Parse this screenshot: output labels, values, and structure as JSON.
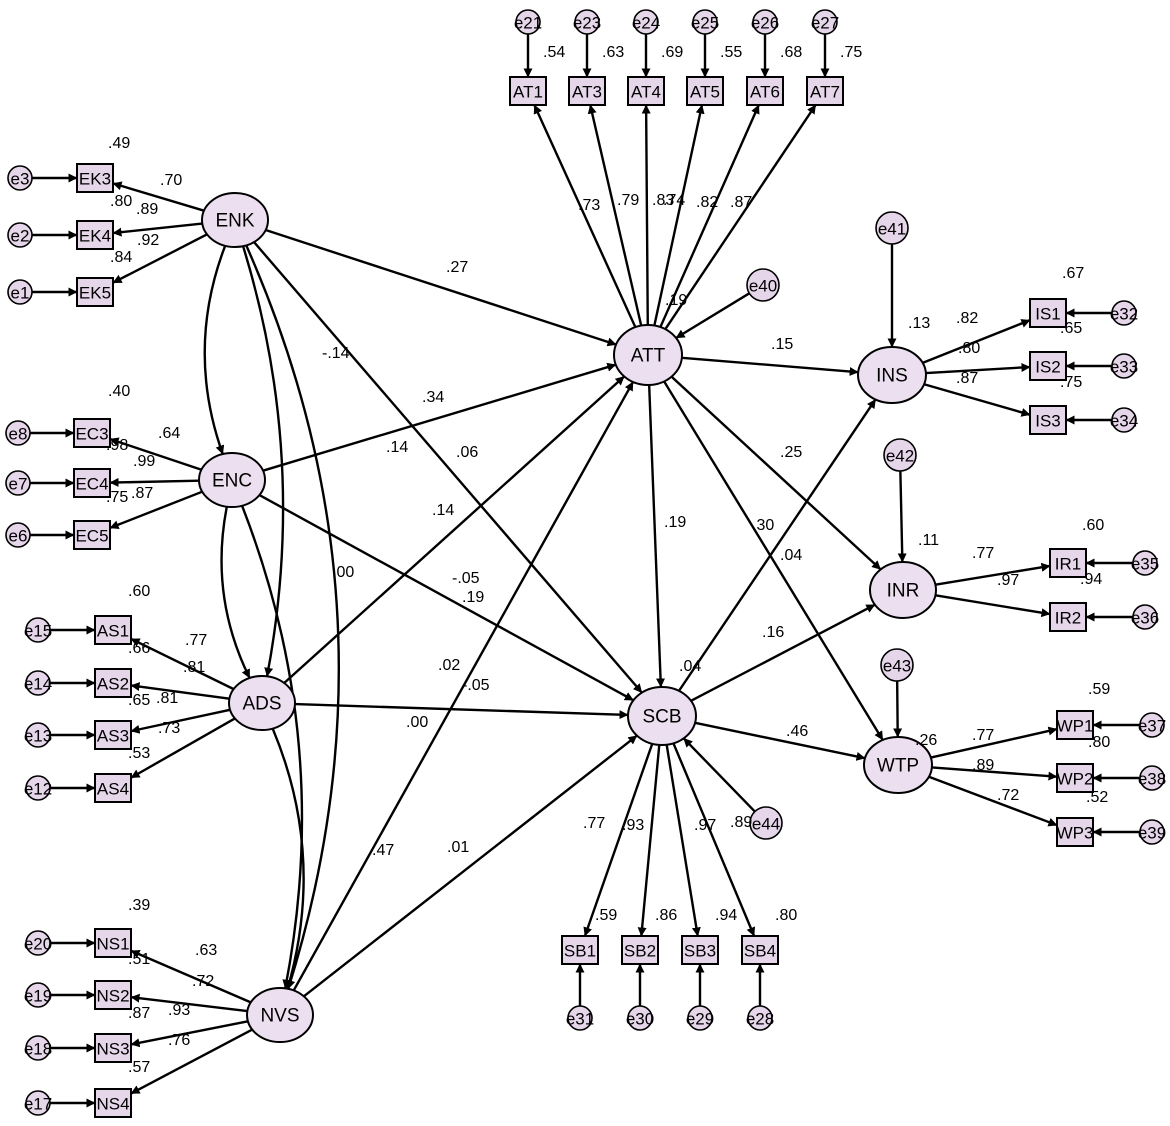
{
  "latents": [
    {
      "id": "ENK",
      "label": "ENK"
    },
    {
      "id": "ENC",
      "label": "ENC"
    },
    {
      "id": "ADS",
      "label": "ADS"
    },
    {
      "id": "NVS",
      "label": "NVS"
    },
    {
      "id": "ATT",
      "label": "ATT"
    },
    {
      "id": "SCB",
      "label": "SCB"
    },
    {
      "id": "INS",
      "label": "INS"
    },
    {
      "id": "INR",
      "label": "INR"
    },
    {
      "id": "WTP",
      "label": "WTP"
    }
  ],
  "indicators": [
    {
      "id": "EK3",
      "label": "EK3",
      "r2": ".49"
    },
    {
      "id": "EK4",
      "label": "EK4",
      "r2": ".80"
    },
    {
      "id": "EK5",
      "label": "EK5",
      "r2": ".84"
    },
    {
      "id": "EC3",
      "label": "EC3",
      "r2": ".40"
    },
    {
      "id": "EC4",
      "label": "EC4",
      "r2": ".98"
    },
    {
      "id": "EC5",
      "label": "EC5",
      "r2": ".75"
    },
    {
      "id": "AS1",
      "label": "AS1",
      "r2": ".60"
    },
    {
      "id": "AS2",
      "label": "AS2",
      "r2": ".66"
    },
    {
      "id": "AS3",
      "label": "AS3",
      "r2": ".65"
    },
    {
      "id": "AS4",
      "label": "AS4",
      "r2": ".53"
    },
    {
      "id": "NS1",
      "label": "NS1",
      "r2": ".39"
    },
    {
      "id": "NS2",
      "label": "NS2",
      "r2": ".51"
    },
    {
      "id": "NS3",
      "label": "NS3",
      "r2": ".87"
    },
    {
      "id": "NS4",
      "label": "NS4",
      "r2": ".57"
    },
    {
      "id": "AT1",
      "label": "AT1",
      "r2": ".54"
    },
    {
      "id": "AT3",
      "label": "AT3",
      "r2": ".63"
    },
    {
      "id": "AT4",
      "label": "AT4",
      "r2": ".69"
    },
    {
      "id": "AT5",
      "label": "AT5",
      "r2": ".55"
    },
    {
      "id": "AT6",
      "label": "AT6",
      "r2": ".68"
    },
    {
      "id": "AT7",
      "label": "AT7",
      "r2": ".75"
    },
    {
      "id": "SB1",
      "label": "SB1",
      "r2": ".59"
    },
    {
      "id": "SB2",
      "label": "SB2",
      "r2": ".86"
    },
    {
      "id": "SB3",
      "label": "SB3",
      "r2": ".94"
    },
    {
      "id": "SB4",
      "label": "SB4",
      "r2": ".80"
    },
    {
      "id": "IS1",
      "label": "IS1",
      "r2": ".67"
    },
    {
      "id": "IS2",
      "label": "IS2",
      "r2": ".65"
    },
    {
      "id": "IS3",
      "label": "IS3",
      "r2": ".75"
    },
    {
      "id": "IR1",
      "label": "IR1",
      "r2": ".60"
    },
    {
      "id": "IR2",
      "label": "IR2",
      "r2": ".94"
    },
    {
      "id": "WP1",
      "label": "WP1",
      "r2": ".59"
    },
    {
      "id": "WP2",
      "label": "WP2",
      "r2": ".80"
    },
    {
      "id": "WP3",
      "label": "WP3",
      "r2": ".52"
    }
  ],
  "errors": [
    {
      "id": "e3",
      "label": "e3",
      "target": "EK3"
    },
    {
      "id": "e2",
      "label": "e2",
      "target": "EK4"
    },
    {
      "id": "e1",
      "label": "e1",
      "target": "EK5"
    },
    {
      "id": "e8",
      "label": "e8",
      "target": "EC3"
    },
    {
      "id": "e7",
      "label": "e7",
      "target": "EC4"
    },
    {
      "id": "e6",
      "label": "e6",
      "target": "EC5"
    },
    {
      "id": "e15",
      "label": "e15",
      "target": "AS1"
    },
    {
      "id": "e14",
      "label": "e14",
      "target": "AS2"
    },
    {
      "id": "e13",
      "label": "e13",
      "target": "AS3"
    },
    {
      "id": "e12",
      "label": "e12",
      "target": "AS4"
    },
    {
      "id": "e20",
      "label": "e20",
      "target": "NS1"
    },
    {
      "id": "e19",
      "label": "e19",
      "target": "NS2"
    },
    {
      "id": "e18",
      "label": "e18",
      "target": "NS3"
    },
    {
      "id": "e17",
      "label": "e17",
      "target": "NS4"
    },
    {
      "id": "e21",
      "label": "e21",
      "target": "AT1"
    },
    {
      "id": "e23",
      "label": "e23",
      "target": "AT3"
    },
    {
      "id": "e24",
      "label": "e24",
      "target": "AT4"
    },
    {
      "id": "e25",
      "label": "e25",
      "target": "AT5"
    },
    {
      "id": "e26",
      "label": "e26",
      "target": "AT6"
    },
    {
      "id": "e27",
      "label": "e27",
      "target": "AT7"
    },
    {
      "id": "e31",
      "label": "e31",
      "target": "SB1"
    },
    {
      "id": "e30",
      "label": "e30",
      "target": "SB2"
    },
    {
      "id": "e29",
      "label": "e29",
      "target": "SB3"
    },
    {
      "id": "e28",
      "label": "e28",
      "target": "SB4"
    },
    {
      "id": "e32",
      "label": "e32",
      "target": "IS1"
    },
    {
      "id": "e33",
      "label": "e33",
      "target": "IS2"
    },
    {
      "id": "e34",
      "label": "e34",
      "target": "IS3"
    },
    {
      "id": "e35",
      "label": "e35",
      "target": "IR1"
    },
    {
      "id": "e36",
      "label": "e36",
      "target": "IR2"
    },
    {
      "id": "e37",
      "label": "e37",
      "target": "WP1"
    },
    {
      "id": "e38",
      "label": "e38",
      "target": "WP2"
    },
    {
      "id": "e39",
      "label": "e39",
      "target": "WP3"
    },
    {
      "id": "e40",
      "label": "e40",
      "target": "ATT"
    },
    {
      "id": "e41",
      "label": "e41",
      "target": "INS"
    },
    {
      "id": "e42",
      "label": "e42",
      "target": "INR"
    },
    {
      "id": "e43",
      "label": "e43",
      "target": "WTP"
    },
    {
      "id": "e44",
      "label": "e44",
      "target": "SCB"
    }
  ],
  "loadings": [
    {
      "latent": "ENK",
      "indicator": "EK3",
      "value": ".70"
    },
    {
      "latent": "ENK",
      "indicator": "EK4",
      "value": ".89"
    },
    {
      "latent": "ENK",
      "indicator": "EK5",
      "value": ".92"
    },
    {
      "latent": "ENC",
      "indicator": "EC3",
      "value": ".64"
    },
    {
      "latent": "ENC",
      "indicator": "EC4",
      "value": ".99"
    },
    {
      "latent": "ENC",
      "indicator": "EC5",
      "value": ".87"
    },
    {
      "latent": "ADS",
      "indicator": "AS1",
      "value": ".77"
    },
    {
      "latent": "ADS",
      "indicator": "AS2",
      "value": ".81"
    },
    {
      "latent": "ADS",
      "indicator": "AS3",
      "value": ".81"
    },
    {
      "latent": "ADS",
      "indicator": "AS4",
      "value": ".73"
    },
    {
      "latent": "NVS",
      "indicator": "NS1",
      "value": ".63"
    },
    {
      "latent": "NVS",
      "indicator": "NS2",
      "value": ".72"
    },
    {
      "latent": "NVS",
      "indicator": "NS3",
      "value": ".93"
    },
    {
      "latent": "NVS",
      "indicator": "NS4",
      "value": ".76"
    },
    {
      "latent": "ATT",
      "indicator": "AT1",
      "value": ".73"
    },
    {
      "latent": "ATT",
      "indicator": "AT3",
      "value": ".79"
    },
    {
      "latent": "ATT",
      "indicator": "AT4",
      "value": ".83"
    },
    {
      "latent": "ATT",
      "indicator": "AT5",
      "value": ".74"
    },
    {
      "latent": "ATT",
      "indicator": "AT6",
      "value": ".82"
    },
    {
      "latent": "ATT",
      "indicator": "AT7",
      "value": ".87"
    },
    {
      "latent": "SCB",
      "indicator": "SB1",
      "value": ".77"
    },
    {
      "latent": "SCB",
      "indicator": "SB2",
      "value": ".93"
    },
    {
      "latent": "SCB",
      "indicator": "SB3",
      "value": ".97"
    },
    {
      "latent": "SCB",
      "indicator": "SB4",
      "value": ".89"
    },
    {
      "latent": "INS",
      "indicator": "IS1",
      "value": ".82"
    },
    {
      "latent": "INS",
      "indicator": "IS2",
      "value": ".80"
    },
    {
      "latent": "INS",
      "indicator": "IS3",
      "value": ".87"
    },
    {
      "latent": "INR",
      "indicator": "IR1",
      "value": ".77"
    },
    {
      "latent": "INR",
      "indicator": "IR2",
      "value": ".97"
    },
    {
      "latent": "WTP",
      "indicator": "WP1",
      "value": ".77"
    },
    {
      "latent": "WTP",
      "indicator": "WP2",
      "value": ".89"
    },
    {
      "latent": "WTP",
      "indicator": "WP3",
      "value": ".72"
    }
  ],
  "paths": [
    {
      "from": "ENK",
      "to": "ATT",
      "value": ".27"
    },
    {
      "from": "ENC",
      "to": "ATT",
      "value": ".34"
    },
    {
      "from": "ADS",
      "to": "ATT",
      "value": ".14"
    },
    {
      "from": "NVS",
      "to": "ATT",
      "value": ".19"
    },
    {
      "from": "ENK",
      "to": "SCB",
      "value": ".06"
    },
    {
      "from": "ENC",
      "to": "SCB",
      "value": "-.05"
    },
    {
      "from": "ADS",
      "to": "SCB",
      "value": ".00"
    },
    {
      "from": "NVS",
      "to": "SCB",
      "value": ".01"
    },
    {
      "from": "ATT",
      "to": "SCB",
      "value": ".19"
    },
    {
      "from": "ATT",
      "to": "INS",
      "value": ".15"
    },
    {
      "from": "ATT",
      "to": "INR",
      "value": ".25"
    },
    {
      "from": "ATT",
      "to": "WTP",
      "value": ".30"
    },
    {
      "from": "SCB",
      "to": "INS",
      "value": ".04"
    },
    {
      "from": "SCB",
      "to": "INR",
      "value": ".16"
    },
    {
      "from": "SCB",
      "to": "WTP",
      "value": ".46"
    }
  ],
  "covariances": [
    {
      "a": "ENK",
      "b": "ENC",
      "value": "-.14"
    },
    {
      "a": "ENK",
      "b": "ADS",
      "value": ".14"
    },
    {
      "a": "ENK",
      "b": "NVS",
      "value": "-.05"
    },
    {
      "a": "ENC",
      "b": "ADS",
      "value": ".00"
    },
    {
      "a": "ENC",
      "b": "NVS",
      "value": ".02"
    },
    {
      "a": "ADS",
      "b": "NVS",
      "value": ".47"
    }
  ],
  "squared_multiple_correlations": [
    {
      "latent": "ATT",
      "value": ".19"
    },
    {
      "latent": "SCB",
      "value": ".04"
    },
    {
      "latent": "INS",
      "value": ".13"
    },
    {
      "latent": "INR",
      "value": ".11"
    },
    {
      "latent": "WTP",
      "value": ".26"
    }
  ]
}
